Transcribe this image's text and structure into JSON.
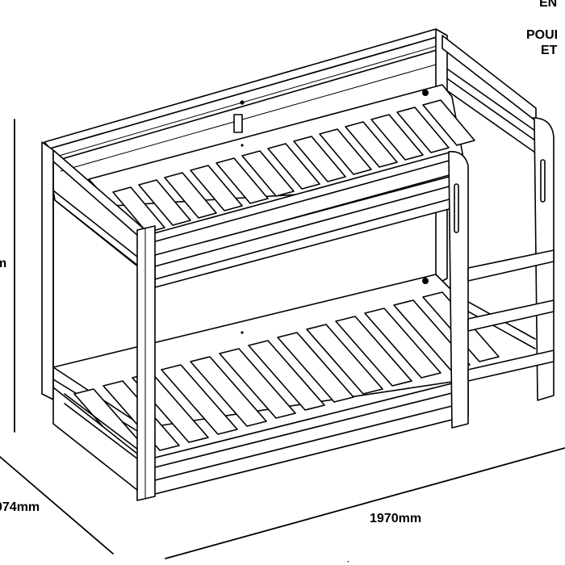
{
  "labels": {
    "top_word_1": "EN",
    "top_word_2": "POUI",
    "top_word_3": "ET",
    "dimension_height": "m",
    "dimension_depth": "074mm",
    "dimension_length": "1970mm",
    "bottom_mark": "·"
  },
  "drawing": {
    "subject": "bunk bed with ladder",
    "upper_slat_count": 13,
    "lower_slat_count": 13,
    "ladder_rung_count": 3,
    "line_color": "#000000",
    "fill_color": "#ffffff"
  }
}
